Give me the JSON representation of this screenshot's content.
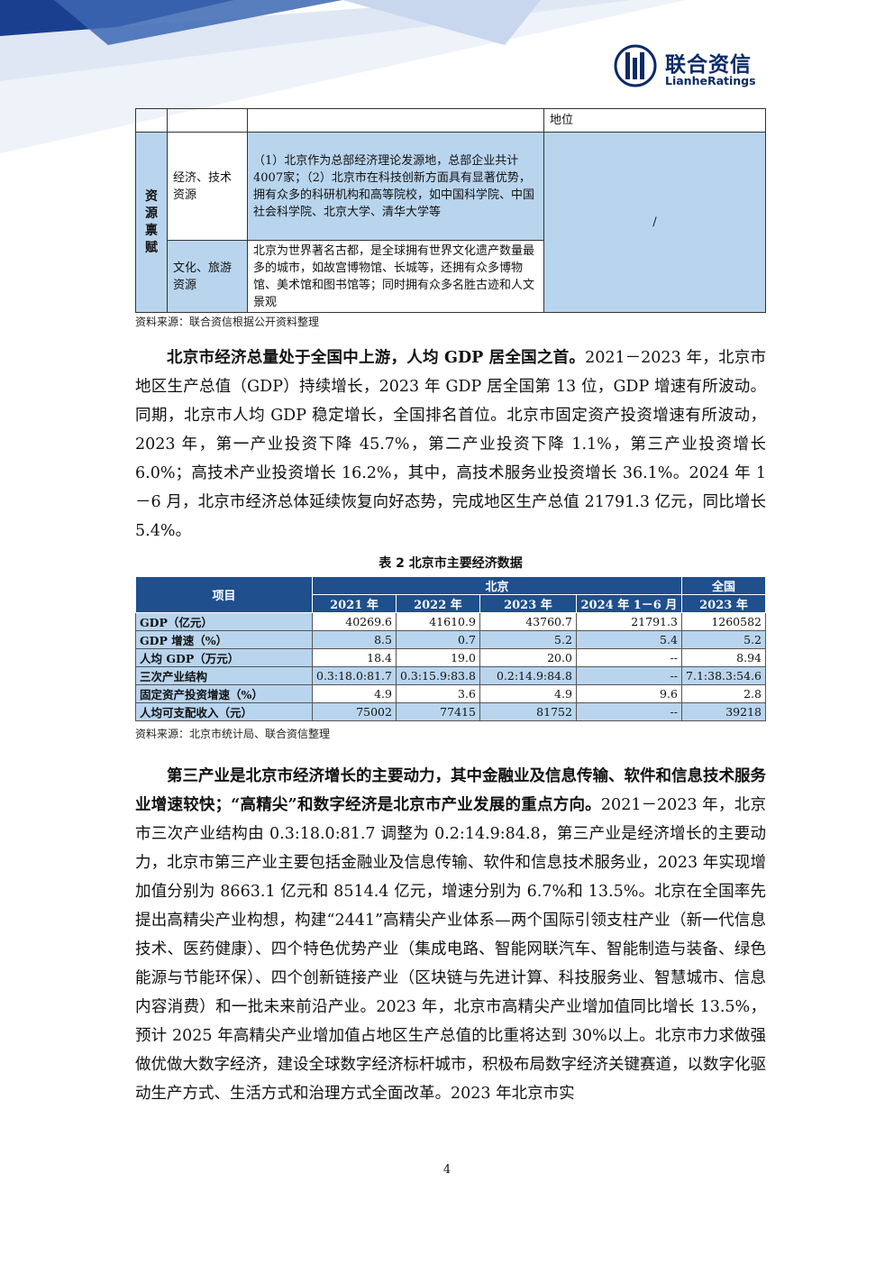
{
  "brand": {
    "name_cn": "联合资信",
    "name_en": "LianheRatings"
  },
  "table1": {
    "top_row_text": "地位",
    "category": "资源禀赋",
    "rows": [
      {
        "sub": "经济、技术资源",
        "text": "（1）北京作为总部经济理论发源地，总部企业共计4007家；（2）北京市在科技创新方面具有显著优势，拥有众多的科研机构和高等院校，如中国科学院、中国社会科学院、北京大学、清华大学等"
      },
      {
        "sub": "文化、旅游资源",
        "text": "北京为世界著名古都，是全球拥有世界文化遗产数量最多的城市，如故宫博物馆、长城等，还拥有众多博物馆、美术馆和图书馆等；同时拥有众多名胜古迹和人文景观"
      }
    ],
    "slash": "/",
    "source": "资料来源：联合资信根据公开资料整理"
  },
  "para1": {
    "bold": "北京市经济总量处于全国中上游，人均 GDP 居全国之首。",
    "text": "2021－2023 年，北京市地区生产总值（GDP）持续增长，2023 年 GDP 居全国第 13 位，GDP 增速有所波动。同期，北京市人均 GDP 稳定增长，全国排名首位。北京市固定资产投资增速有所波动，2023 年，第一产业投资下降 45.7%，第二产业投资下降 1.1%，第三产业投资增长 6.0%；高技术产业投资增长 16.2%，其中，高技术服务业投资增长 36.1%。2024 年 1－6 月，北京市经济总体延续恢复向好态势，完成地区生产总值 21791.3 亿元，同比增长 5.4%。"
  },
  "table2": {
    "title": "表 2  北京市主要经济数据",
    "header": {
      "item": "项目",
      "beijing": "北京",
      "national": "全国",
      "cols": [
        "2021 年",
        "2022 年",
        "2023 年",
        "2024 年 1－6 月",
        "2023 年"
      ]
    },
    "rows": [
      {
        "label": "GDP（亿元）",
        "values": [
          "40269.6",
          "41610.9",
          "43760.7",
          "21791.3",
          "1260582"
        ]
      },
      {
        "label": "GDP 增速（%）",
        "values": [
          "8.5",
          "0.7",
          "5.2",
          "5.4",
          "5.2"
        ]
      },
      {
        "label": "人均 GDP（万元）",
        "values": [
          "18.4",
          "19.0",
          "20.0",
          "--",
          "8.94"
        ]
      },
      {
        "label": "三次产业结构",
        "values": [
          "0.3:18.0:81.7",
          "0.3:15.9:83.8",
          "0.2:14.9:84.8",
          "--",
          "7.1:38.3:54.6"
        ]
      },
      {
        "label": "固定资产投资增速（%）",
        "values": [
          "4.9",
          "3.6",
          "4.9",
          "9.6",
          "2.8"
        ]
      },
      {
        "label": "人均可支配收入（元）",
        "values": [
          "75002",
          "77415",
          "81752",
          "--",
          "39218"
        ]
      }
    ],
    "source": "资料来源：北京市统计局、联合资信整理"
  },
  "para2": {
    "bold": "第三产业是北京市经济增长的主要动力，其中金融业及信息传输、软件和信息技术服务业增速较快；“高精尖”和数字经济是北京市产业发展的重点方向。",
    "text": "2021－2023 年，北京市三次产业结构由 0.3:18.0:81.7 调整为 0.2:14.9:84.8，第三产业是经济增长的主要动力，北京市第三产业主要包括金融业及信息传输、软件和信息技术服务业，2023 年实现增加值分别为 8663.1 亿元和 8514.4 亿元，增速分别为 6.7%和 13.5%。北京在全国率先提出高精尖产业构想，构建“2441”高精尖产业体系—两个国际引领支柱产业（新一代信息技术、医药健康）、四个特色优势产业（集成电路、智能网联汽车、智能制造与装备、绿色能源与节能环保）、四个创新链接产业（区块链与先进计算、科技服务业、智慧城市、信息内容消费）和一批未来前沿产业。2023 年，北京市高精尖产业增加值同比增长 13.5%，预计 2025 年高精尖产业增加值占地区生产总值的比重将达到 30%以上。北京市力求做强做优做大数字经济，建设全球数字经济标杆城市，积极布局数字经济关键赛道，以数字化驱动生产方式、生活方式和治理方式全面改革。2023 年北京市实"
  },
  "page_number": "4"
}
